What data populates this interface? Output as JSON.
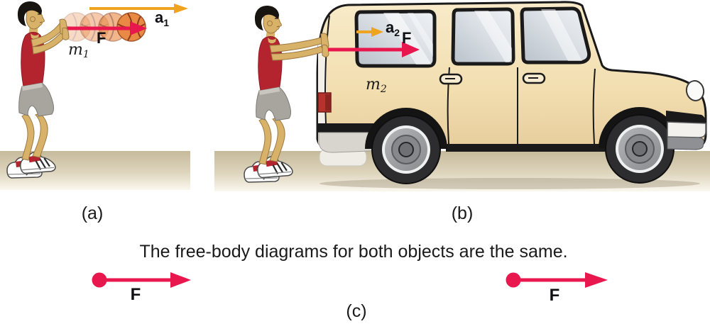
{
  "figure": {
    "panel_a": {
      "caption": "(a)",
      "acceleration_label": {
        "symbol": "a",
        "subscript": "1"
      },
      "force_label": "F",
      "mass_label": {
        "symbol": "m",
        "subscript": "1"
      }
    },
    "panel_b": {
      "caption": "(b)",
      "acceleration_label": {
        "symbol": "a",
        "subscript": "2"
      },
      "force_label": "F",
      "mass_label": {
        "symbol": "m",
        "subscript": "2"
      }
    },
    "panel_c": {
      "caption": "(c)",
      "description": "The free-body diagrams for both objects are the same.",
      "fbd_left": {
        "force_label": "F"
      },
      "fbd_right": {
        "force_label": "F"
      }
    }
  },
  "colors": {
    "force_arrow": "#e8174d",
    "acceleration_arrow": "#efa31f",
    "car_body": "#f4e2b8",
    "ground_top": "#c7bb9c",
    "ground_bottom": "#faf8f0",
    "ball": "#e98a44",
    "tank_top": "#b3242e",
    "shorts": "#a8a49e",
    "skin": "#d9b269",
    "text": "#1a1a1a"
  }
}
